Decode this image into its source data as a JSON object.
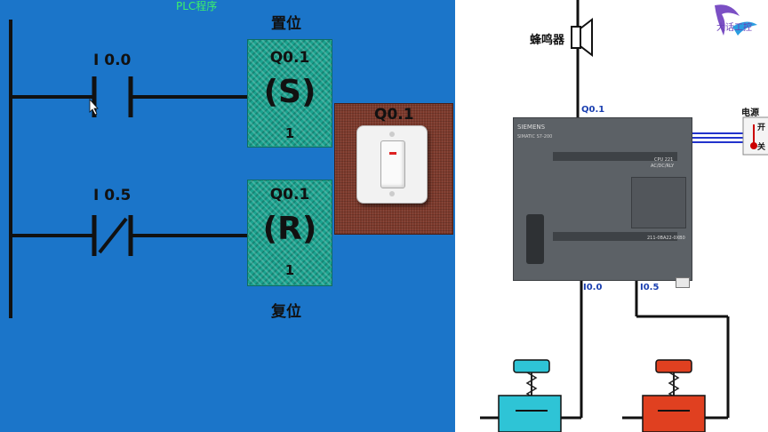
{
  "ladder": {
    "program_title": "PLC程序",
    "set_label": "置位",
    "reset_label": "复位",
    "rung1": {
      "contact_address": "I 0.0",
      "coil_address": "Q0.1",
      "coil_symbol": "(S)",
      "coil_count": "1"
    },
    "rung2": {
      "contact_address": "I 0.5",
      "coil_address": "Q0.1",
      "coil_symbol": "(R)",
      "coil_count": "1"
    }
  },
  "output_panel": {
    "label": "Q0.1"
  },
  "wiring": {
    "buzzer_label": "蜂鸣器",
    "plc_output_label": "Q0.1",
    "input1_label": "I0.0",
    "input2_label": "I0.5",
    "power_label": "电源",
    "power_on": "开",
    "power_off": "关"
  },
  "plc": {
    "brand": "SIEMENS",
    "model": "SIMATIC S7-200",
    "cpu": "CPU 221",
    "cpu_type": "AC/DC/RLY",
    "part_no": "211-0BA22-0XB0"
  },
  "logo": {
    "text": "大话工控"
  },
  "colors": {
    "ladder_bg": "#1b75c9",
    "coil_fill": "#1aa38f",
    "button1": "#2ec4d6",
    "button2": "#e04020",
    "wire": "#111111",
    "power_wire": "#2233cc"
  }
}
